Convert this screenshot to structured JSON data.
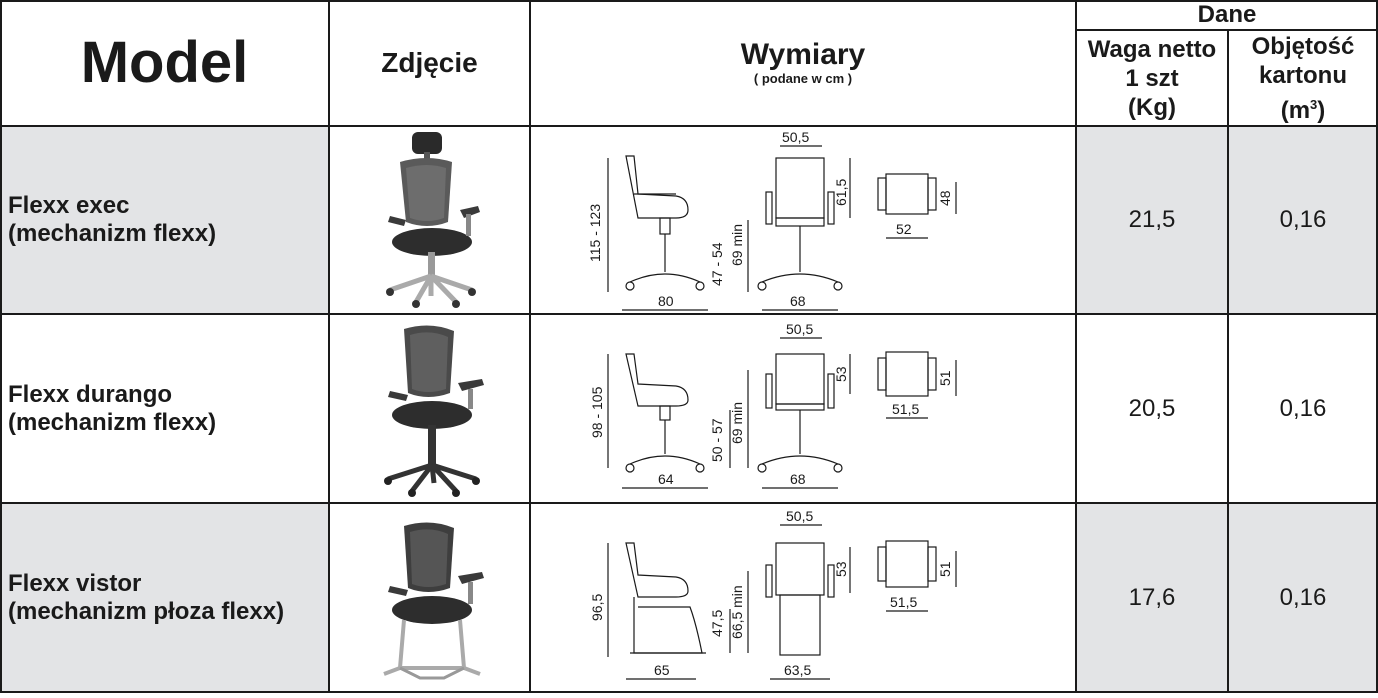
{
  "header": {
    "model": "Model",
    "photo": "Zdjęcie",
    "dims": "Wymiary",
    "dims_sub": "( podane w cm )",
    "dane": "Dane",
    "weight_l1": "Waga netto",
    "weight_l2": "1 szt",
    "weight_l3": "(Kg)",
    "volume_l1": "Objętość",
    "volume_l2": "kartonu",
    "volume_l3": "(m",
    "volume_sup": "3",
    "volume_end": ")"
  },
  "rows": [
    {
      "name_l1": "Flexx exec",
      "name_l2": "(mechanizm flexx)",
      "weight": "21,5",
      "volume": "0,16",
      "dims": {
        "height": "115 - 123",
        "base_side": "80",
        "seat_h": "47 - 54",
        "arm_h": "69 min",
        "width_top": "50,5",
        "base_front": "68",
        "back_h": "61,5",
        "seat_w": "52",
        "seat_d": "48"
      }
    },
    {
      "name_l1": "Flexx durango",
      "name_l2": "(mechanizm flexx)",
      "weight": "20,5",
      "volume": "0,16",
      "dims": {
        "height": "98 - 105",
        "base_side": "64",
        "seat_h": "50 - 57",
        "arm_h": "69 min",
        "width_top": "50,5",
        "base_front": "68",
        "back_h": "53",
        "seat_w": "51,5",
        "seat_d": "51"
      }
    },
    {
      "name_l1": "Flexx vistor",
      "name_l2": "(mechanizm płoza flexx)",
      "weight": "17,6",
      "volume": "0,16",
      "dims": {
        "height": "96,5",
        "base_side": "65",
        "seat_h": "47,5",
        "arm_h": "66,5 min",
        "width_top": "50,5",
        "base_front": "63,5",
        "back_h": "53",
        "seat_w": "51,5",
        "seat_d": "51"
      }
    }
  ]
}
